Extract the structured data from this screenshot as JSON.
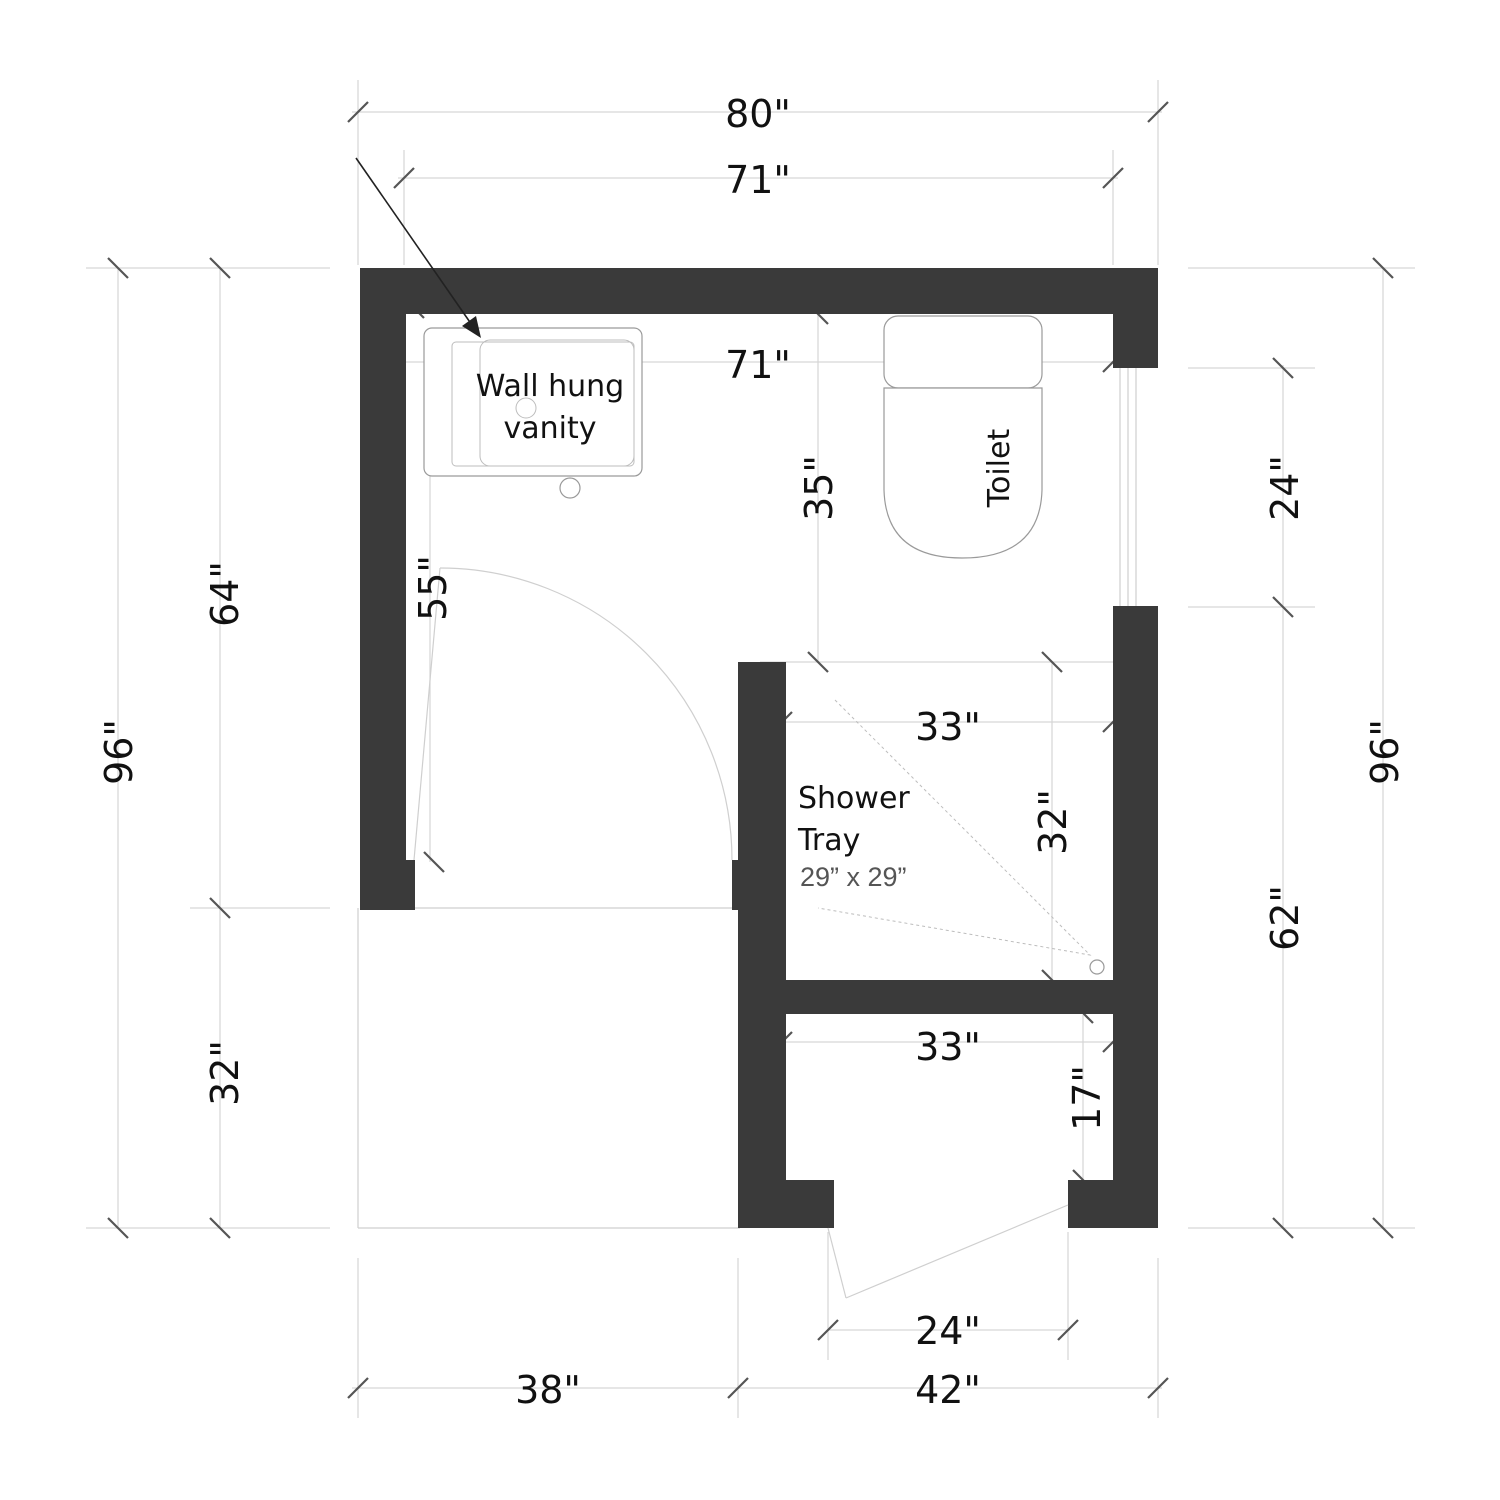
{
  "dimensions": {
    "top_overall": "80\"",
    "top_inner": "71\"",
    "room_width": "71\"",
    "toilet_clearance": "35\"",
    "door_swing": "55\"",
    "left_overall": "96\"",
    "left_upper": "64\"",
    "left_lower": "32\"",
    "right_overall": "96\"",
    "right_window": "24\"",
    "right_lower": "62\"",
    "shower_width": "33\"",
    "shower_depth": "32\"",
    "closet_width": "33\"",
    "closet_depth": "17\"",
    "closet_door": "24\"",
    "bottom_left": "38\"",
    "bottom_right": "42\""
  },
  "labels": {
    "vanity_line1": "Wall hung",
    "vanity_line2": "vanity",
    "toilet": "Toilet",
    "shower_line1": "Shower",
    "shower_line2": "Tray",
    "shower_size": "29” x 29”"
  }
}
